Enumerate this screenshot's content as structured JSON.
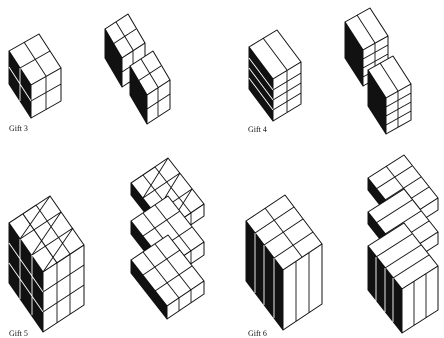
{
  "figure": {
    "gifts": [
      {
        "caption": "Gift 3"
      },
      {
        "caption": "Gift 4"
      },
      {
        "caption": "Gift 5"
      },
      {
        "caption": "Gift 6"
      }
    ]
  }
}
